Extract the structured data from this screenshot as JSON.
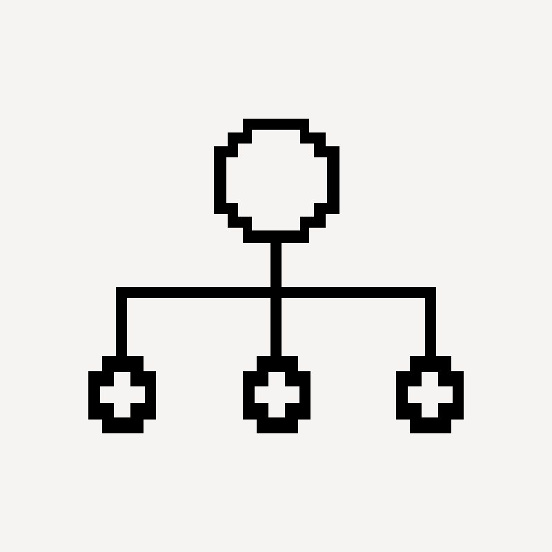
{
  "icon": {
    "name": "hierarchy-icon",
    "style": "pixel-outline",
    "parent_nodes": 1,
    "child_nodes": 3
  },
  "colors": {
    "background": "#f6f4f3",
    "stroke": "#000000"
  }
}
